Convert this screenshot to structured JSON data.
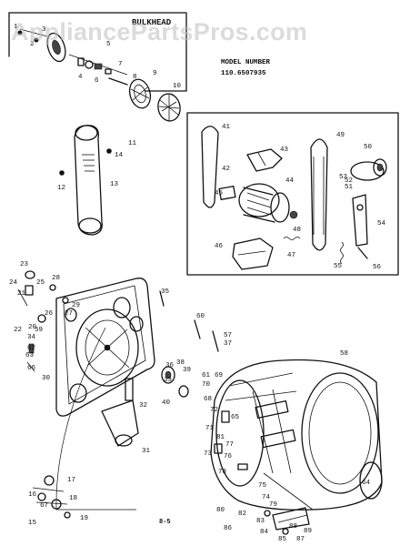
{
  "watermark": "AppliancePartsPros.com",
  "section_title": "BULKHEAD",
  "model": {
    "label": "MODEL NUMBER",
    "value": "110.6507935"
  },
  "page_code": "8-5",
  "part_numbers": [
    "1",
    "2",
    "3",
    "4",
    "5",
    "6",
    "7",
    "8",
    "9",
    "10",
    "11",
    "12",
    "13",
    "14",
    "15",
    "16",
    "17",
    "18",
    "19",
    "20",
    "21",
    "22",
    "23",
    "24",
    "25",
    "26",
    "27",
    "28",
    "29",
    "30",
    "31",
    "32",
    "33",
    "34",
    "35",
    "36",
    "37",
    "38",
    "39",
    "40",
    "41",
    "42",
    "43",
    "44",
    "45",
    "46",
    "47",
    "48",
    "49",
    "50",
    "51",
    "52",
    "53",
    "54",
    "55",
    "56",
    "57",
    "58",
    "59",
    "60",
    "61",
    "62",
    "63",
    "64",
    "65",
    "66",
    "67",
    "68",
    "69",
    "70",
    "71",
    "72",
    "73",
    "74",
    "75",
    "76",
    "77",
    "78",
    "79",
    "80",
    "81",
    "82",
    "83",
    "84",
    "85",
    "86",
    "87",
    "88",
    "89"
  ]
}
